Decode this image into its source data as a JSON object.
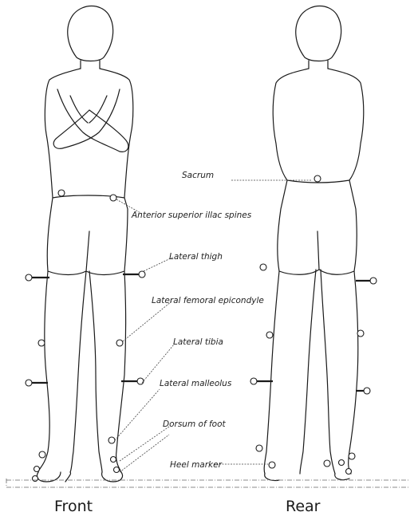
{
  "labels": {
    "sacrum": "Sacrum",
    "asis": "Anterior superior illac spines",
    "lateral_thigh": "Lateral thigh",
    "lateral_femoral_epicondyle": "Lateral femoral epicondyle",
    "lateral_tibia": "Lateral tibia",
    "lateral_malleolus": "Lateral malleolus",
    "dorsum_of_foot": "Dorsum of foot",
    "heel_marker": "Heel marker"
  },
  "captions": {
    "front": "Front",
    "rear": "Rear"
  }
}
